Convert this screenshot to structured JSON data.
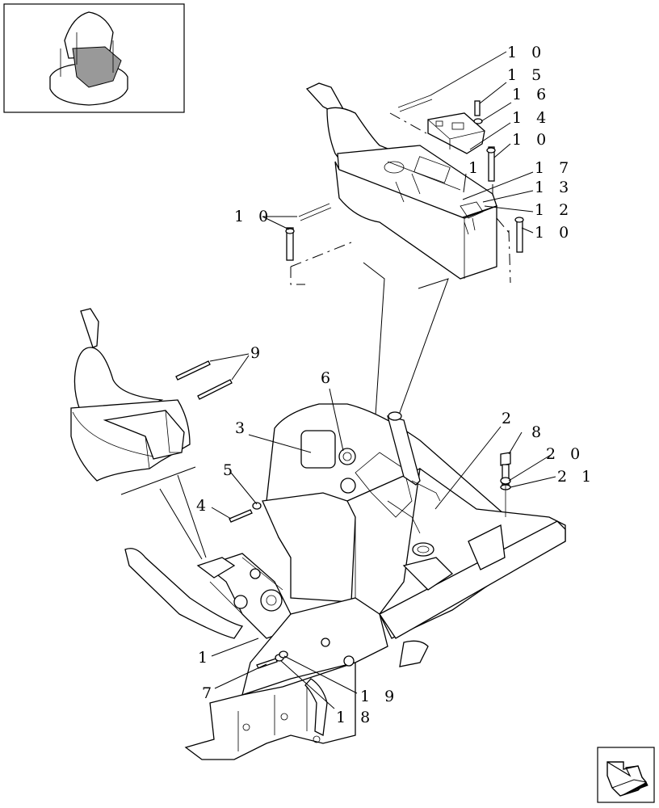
{
  "labels": {
    "l10a": "1 0",
    "l15": "1 5",
    "l16": "1 6",
    "l14": "1 4",
    "l10b": "1 0",
    "l1a": "1",
    "l17": "1 7",
    "l13": "1 3",
    "l10c": "1 0",
    "l12": "1 2",
    "l10d": "1 0",
    "l9": "9",
    "l6": "6",
    "l2": "2",
    "l3": "3",
    "l8": "8",
    "l20": "2 0",
    "l5": "5",
    "l21": "2 1",
    "l4": "4",
    "l1b": "1",
    "l7": "7",
    "l19": "1 9",
    "l18": "1 8"
  },
  "icons": {
    "thumbnail": "machine-overview-thumbnail",
    "nav": "next-page-arrow-icon"
  }
}
